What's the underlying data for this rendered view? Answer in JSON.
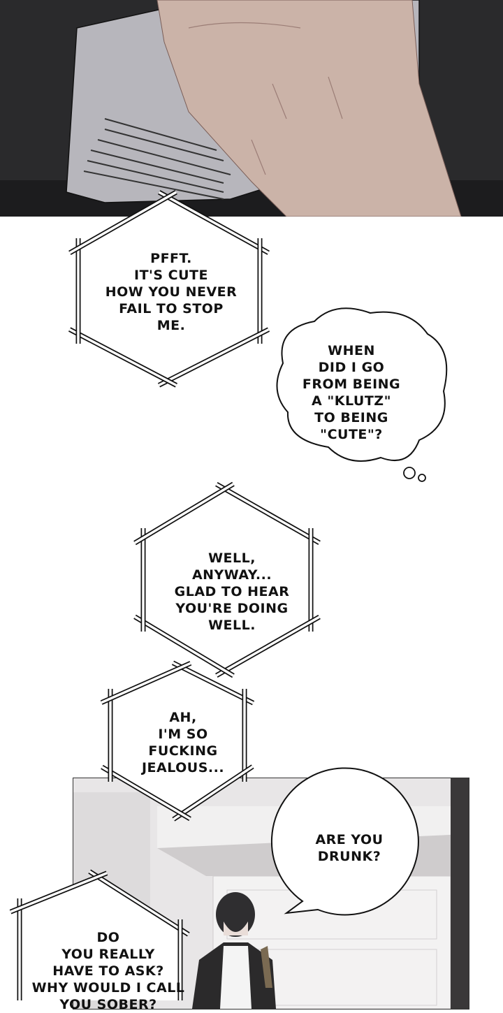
{
  "colors": {
    "panel_dark": "#232325",
    "skin": "#cbb3a8",
    "cloth": "#b9b8bd",
    "room": "#e6e4e5"
  },
  "bubbles": [
    {
      "type": "narration-hexagon",
      "text": "PFFT.\nIT'S CUTE\nHOW YOU NEVER\nFAIL TO STOP\nME."
    },
    {
      "type": "thought",
      "text": "WHEN\nDID I GO\nFROM BEING\nA \"KLUTZ\"\nTO BEING\n\"CUTE\"?"
    },
    {
      "type": "narration-hexagon",
      "text": "WELL,\nANYWAY...\nGLAD TO HEAR\nYOU'RE DOING\nWELL."
    },
    {
      "type": "narration-hexagon",
      "text": "AH,\nI'M SO\nFUCKING\nJEALOUS..."
    },
    {
      "type": "speech",
      "text": "ARE YOU\nDRUNK?"
    },
    {
      "type": "narration-hexagon",
      "text": "DO\nYOU REALLY\nHAVE TO ASK?\nWHY WOULD I CALL\nYOU SOBER?"
    }
  ]
}
